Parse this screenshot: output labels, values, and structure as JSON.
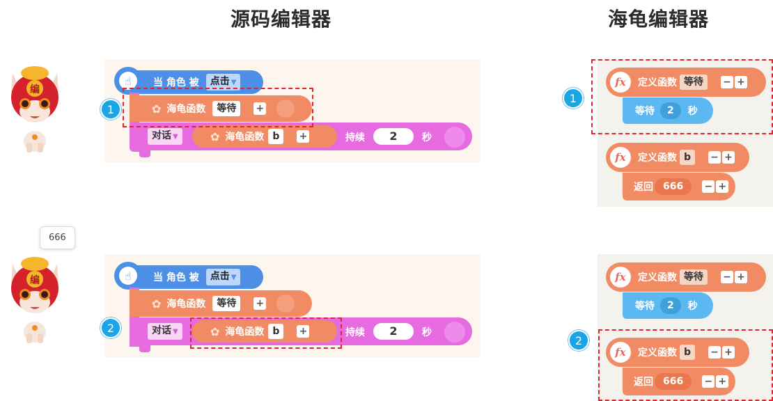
{
  "headings": {
    "source": "源码编辑器",
    "turtle": "海龟编辑器"
  },
  "bubble": {
    "text": "666"
  },
  "badges": {
    "one": "1",
    "two": "2"
  },
  "icons": {
    "event_hat": "hand-pointer-icon",
    "python": "python-icon",
    "function": "fx-icon",
    "shirt": "shirt-icon"
  },
  "source_blocks": {
    "event": {
      "label": "当 角色 被",
      "option": "点击"
    },
    "call": {
      "label": "海龟函数",
      "arg": "等待"
    },
    "say": {
      "label": "对话",
      "func_label": "海龟函数",
      "func_arg": "b",
      "duration_label": "持续",
      "duration": "2",
      "unit": "秒"
    }
  },
  "turtle_blocks": {
    "def_wait": {
      "label": "定义函数",
      "name": "等待"
    },
    "wait": {
      "label": "等待",
      "value": "2",
      "unit": "秒"
    },
    "def_b": {
      "label": "定义函数",
      "name": "b"
    },
    "ret": {
      "label": "返回",
      "value": "666"
    }
  },
  "colors": {
    "event": "#4d8fe6",
    "function": "#f08b63",
    "say": "#e66ae0",
    "wait": "#5bb8f0",
    "badge": "#19a5e6",
    "dash": "#e0232d"
  }
}
